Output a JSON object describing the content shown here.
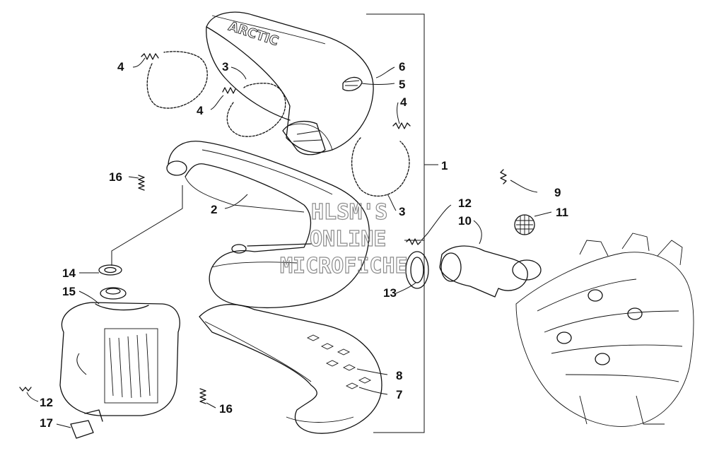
{
  "watermark": {
    "line1": "HLSM'S",
    "line2": "ONLINE",
    "line3": "MICROFICHE"
  },
  "callouts": {
    "c1": "1",
    "c2": "2",
    "c3a": "3",
    "c3b": "3",
    "c4a": "4",
    "c4b": "4",
    "c4c": "4",
    "c5": "5",
    "c6": "6",
    "c7": "7",
    "c8": "8",
    "c9": "9",
    "c10": "10",
    "c11": "11",
    "c12a": "12",
    "c12b": "12",
    "c13": "13",
    "c14": "14",
    "c15": "15",
    "c16a": "16",
    "c16b": "16",
    "c17": "17"
  }
}
